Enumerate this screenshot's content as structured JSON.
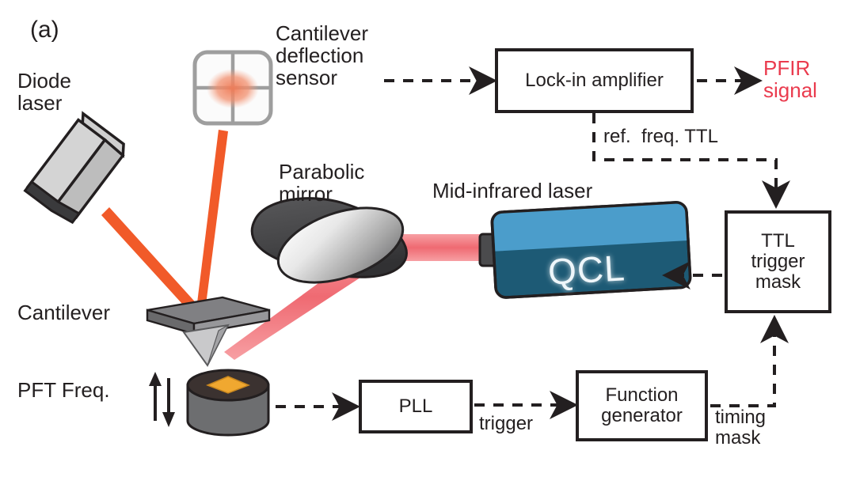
{
  "figure": {
    "panel_label": "(a)",
    "type": "schematic",
    "description": "Peak Force Infrared (PFIR) microscopy experimental setup schematic"
  },
  "labels": {
    "diode_laser": "Diode\nlaser",
    "cantilever_deflection_sensor": "Cantilever\ndeflection\nsensor",
    "parabolic_mirror": "Parabolic\nmirror",
    "mid_infrared_laser": "Mid-infrared laser",
    "cantilever": "Cantilever",
    "pft_freq": "PFT Freq.",
    "pfir_signal": "PFIR\nsignal",
    "ref_freq_ttl": "ref.  freq. TTL",
    "trigger": "trigger",
    "timing_mask": "timing\nmask"
  },
  "boxes": {
    "lock_in_amplifier": "Lock-in amplifier",
    "ttl_trigger_mask": "TTL\ntrigger\nmask",
    "pll": "PLL",
    "function_generator": "Function\ngenerator",
    "qcl": "QCL"
  },
  "icons": {
    "quadrant_photodetector": "quadrant-photodetector-icon",
    "diode_laser_body": "diode-laser-body-icon",
    "parabolic_mirror_body": "parabolic-mirror-icon",
    "qcl_body": "qcl-laser-body-icon",
    "cantilever_body": "cantilever-icon",
    "sample_stage": "piezo-sample-stage-icon",
    "updown_arrows": "up-down-arrow-icon"
  },
  "colors": {
    "visible_beam": "#f15a29",
    "mid_ir_beam": "#ef6a72",
    "pfir_signal_text": "#ea3b4e",
    "qcl_top": "#4b9dcb",
    "qcl_body": "#1d5a75",
    "mirror_dark": "#4d4d4f",
    "mirror_face": "#d6d6d6",
    "stage_gray": "#6d6e70",
    "sample_gold": "#f0a830",
    "line_black": "#231f20",
    "detector_gray": "#9e9e9e",
    "spot_salmon": "#f0866a"
  },
  "connections": [
    {
      "from": "cantilever-deflection-sensor",
      "to": "lock-in-amplifier",
      "style": "dashed-arrow",
      "label": ""
    },
    {
      "from": "lock-in-amplifier",
      "to": "pfir-signal",
      "style": "dashed-arrow",
      "label": ""
    },
    {
      "from": "lock-in-amplifier",
      "to": "ttl-trigger-mask",
      "style": "dashed-arrow",
      "label": "ref.  freq. TTL"
    },
    {
      "from": "ttl-trigger-mask",
      "to": "qcl",
      "style": "dashed-arrow",
      "label": ""
    },
    {
      "from": "sample-stage",
      "to": "pll",
      "style": "dashed-arrow",
      "label": ""
    },
    {
      "from": "pll",
      "to": "function-generator",
      "style": "dashed-arrow",
      "label": "trigger"
    },
    {
      "from": "function-generator",
      "to": "ttl-trigger-mask",
      "style": "dashed-arrow",
      "label": "timing\nmask"
    }
  ]
}
